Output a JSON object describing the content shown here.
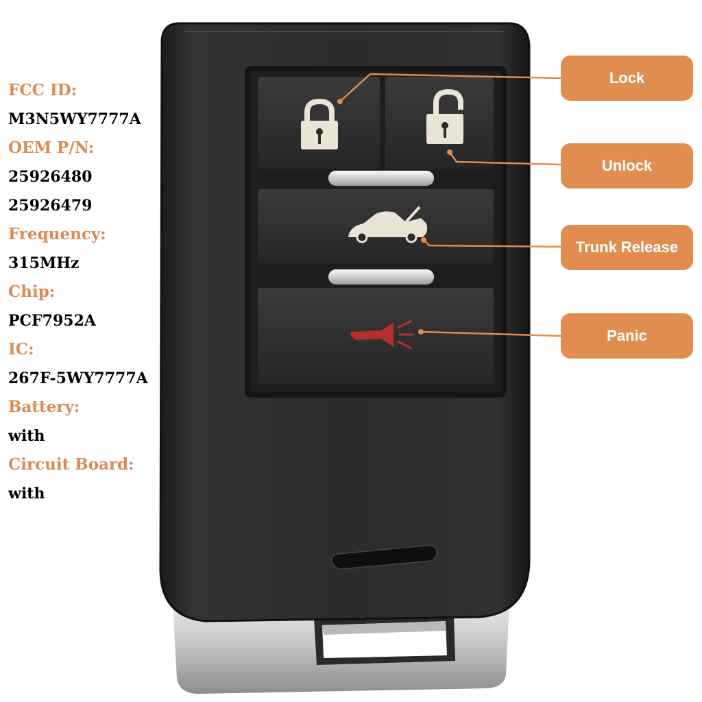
{
  "colors": {
    "accent": "#e08d4f",
    "label_text": "#d98b55",
    "value_text": "#000000",
    "fob_body": "#2b2b2b",
    "panic_red": "#b4302a"
  },
  "specs": [
    {
      "label": "FCC ID:",
      "values": [
        "M3N5WY7777A"
      ]
    },
    {
      "label": "OEM P/N:",
      "values": [
        "25926480",
        "25926479"
      ]
    },
    {
      "label": "Frequency:",
      "values": [
        "315MHz"
      ]
    },
    {
      "label": "Chip:",
      "values": [
        "PCF7952A"
      ]
    },
    {
      "label": "IC:",
      "values": [
        "267F-5WY7777A"
      ]
    },
    {
      "label": "Battery:",
      "values": [
        "with"
      ]
    },
    {
      "label": "Circuit Board:",
      "values": [
        "with"
      ]
    }
  ],
  "callouts": {
    "lock": "Lock",
    "unlock": "Unlock",
    "trunk": "Trunk Release",
    "panic": "Panic"
  },
  "icons": {
    "lock": "padlock-closed-icon",
    "unlock": "padlock-open-icon",
    "trunk": "car-trunk-icon",
    "panic": "horn-panic-icon"
  }
}
